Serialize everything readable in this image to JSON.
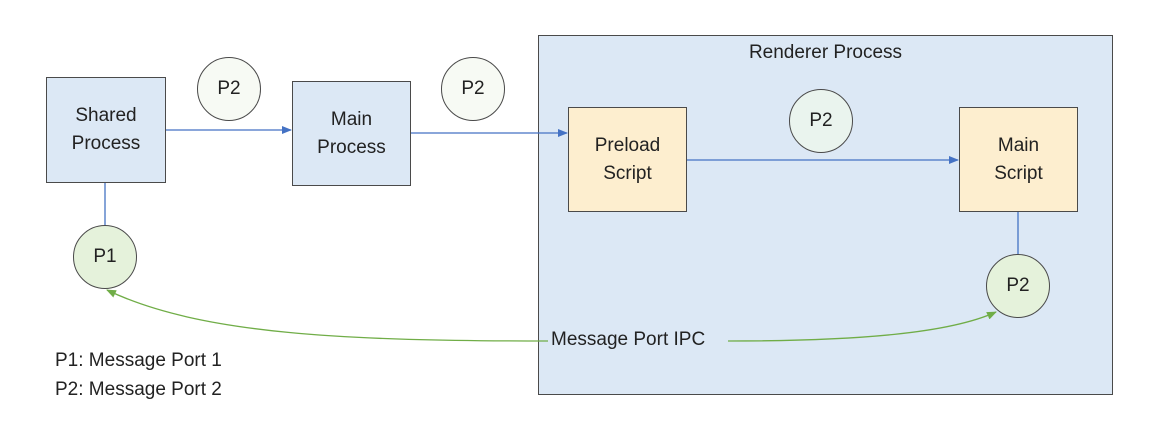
{
  "renderer": {
    "title": "Renderer Process"
  },
  "nodes": {
    "shared_process": "Shared\nProcess",
    "main_process": "Main\nProcess",
    "preload_script": "Preload\nScript",
    "main_script": "Main\nScript"
  },
  "ports": {
    "p2_shared_to_main": "P2",
    "p2_main_to_preload": "P2",
    "p2_preload_to_script": "P2",
    "p1_shared": "P1",
    "p2_script": "P2"
  },
  "ipc_label": "Message Port IPC",
  "legend": [
    "P1: Message Port 1",
    "P2: Message Port 2"
  ],
  "colors": {
    "process_fill": "#dce8f5",
    "script_fill": "#fdeecf",
    "port_fill": "#e5f2db",
    "flow_line": "#4472c4",
    "ipc_line": "#70ad47"
  }
}
